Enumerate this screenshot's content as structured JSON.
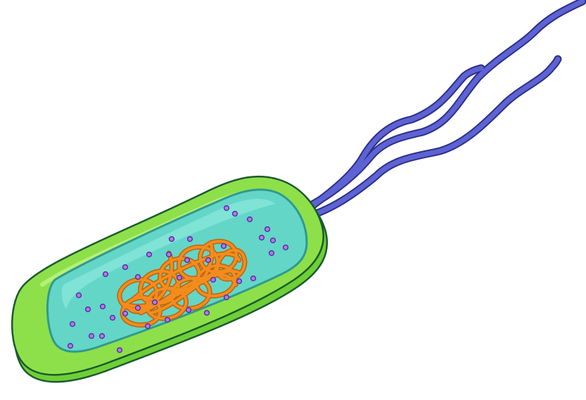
{
  "illustration": {
    "subject": "bacterium",
    "parts": [
      "cell-wall",
      "cell-membrane",
      "cytoplasm",
      "nucleoid",
      "ribosomes",
      "flagella",
      "flagellum-base"
    ],
    "flagella_count": 3,
    "ribosome_count": 39
  },
  "colors": {
    "background": "#ffffff",
    "outline": "#1a5a2e",
    "cell_wall": "#8ee04a",
    "cell_wall_shade": "#6fcf36",
    "cell_wall_highlight": "#b7ef79",
    "membrane": "#2f9a8e",
    "cytoplasm": "#63d6c8",
    "cytoplasm_highlight": "#86e6d9",
    "nucleoid": "#f28c1e",
    "nucleoid_outline": "#c0620a",
    "ribosome_fill": "#ae7ee6",
    "ribosome_outline": "#5b2ea2",
    "flagella": "#5d63d3",
    "flagella_outline": "#2c2f8a",
    "flagellum_base": "#6d72e0"
  }
}
